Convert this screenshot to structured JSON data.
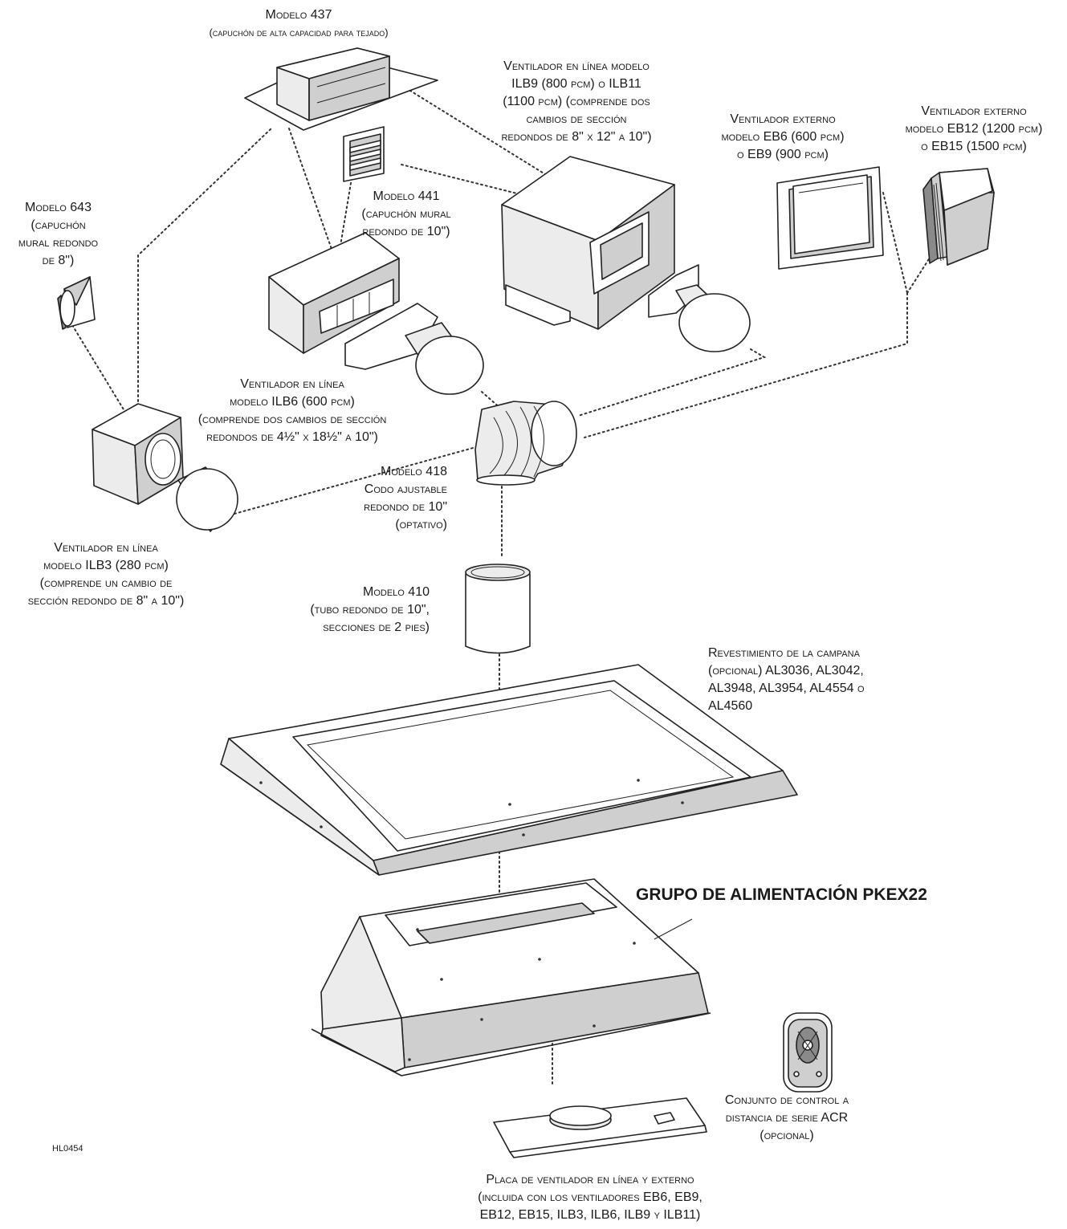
{
  "labels": {
    "m437": [
      "Modelo 437",
      "(capuchón de alta capacidad para tejado)"
    ],
    "ilb9": [
      "Ventilador en línea modelo",
      "ILB9 (800 pcm) o ILB11",
      "(1100 pcm) (comprende dos",
      "cambios de sección",
      "redondos de 8\" x 12\" a 10\")"
    ],
    "eb6": [
      "Ventilador externo",
      "modelo EB6 (600 pcm)",
      "o EB9 (900 pcm)"
    ],
    "eb12": [
      "Ventilador externo",
      "modelo EB12 (1200 pcm)",
      "o EB15 (1500 pcm)"
    ],
    "m643": [
      "Modelo 643",
      "(capuchón",
      "mural redondo",
      "de 8\")"
    ],
    "m441": [
      "Modelo 441",
      "(capuchón mural",
      "redondo de 10\")"
    ],
    "ilb6": [
      "Ventilador en línea",
      "modelo ILB6 (600 pcm)",
      "(comprende dos cambios de sección",
      "redondos de 4½\" x 18½\" a 10\")"
    ],
    "m418": [
      "Modelo 418",
      "Codo ajustable",
      "redondo de 10\"",
      "(optativo)"
    ],
    "ilb3": [
      "Ventilador en línea",
      "modelo ILB3 (280 pcm)",
      "(comprende un cambio de",
      "sección redondo de 8\" a 10\")"
    ],
    "m410": [
      "Modelo 410",
      "(tubo redondo de 10\",",
      "secciones de 2 pies)"
    ],
    "liner": [
      "Revestimiento de la campana",
      "(opcional) AL3036, AL3042,",
      "AL3948, AL3954, AL4554 o",
      "AL4560"
    ],
    "pkex": [
      "GRUPO DE ALIMENTACIÓN PKEX22"
    ],
    "acr": [
      "Conjunto de control a",
      "distancia de serie ACR",
      "(opcional)"
    ],
    "plate": [
      "Placa de ventilador en línea y externo",
      "(incluida con los ventiladores EB6, EB9,",
      "EB12, EB15, ILB3, ILB6, ILB9 y ILB11)"
    ],
    "code": [
      "HL0454"
    ]
  }
}
